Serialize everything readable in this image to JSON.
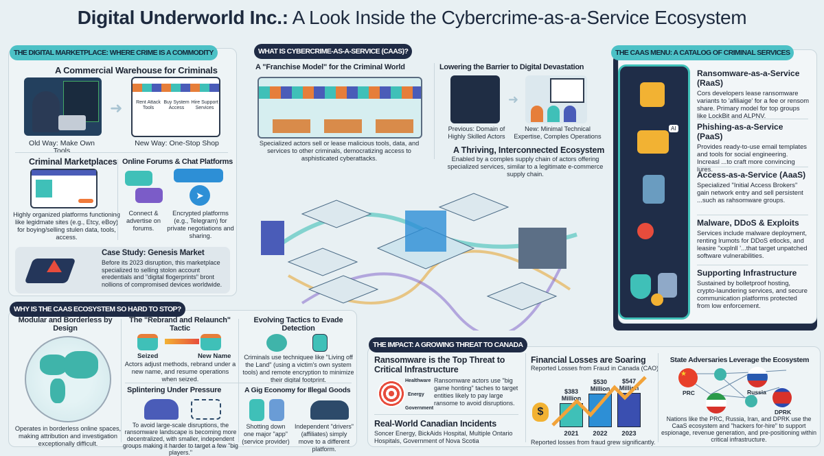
{
  "title": {
    "bold": "Digital Underworld Inc.:",
    "rest": " A Look Inside the Cybercrime-as-a-Service Ecosystem"
  },
  "marketplace": {
    "header": "THE DIGITAL MARKETPLACE: WHERE CRIME IS A COMMODITY",
    "warehouse_title": "A Commercial Warehouse for Criminals",
    "old_way": "Old Way: Make Own Tools",
    "new_way": "New Way: One-Stop Shop",
    "shop_items": [
      "Rent Attack Tools",
      "Buy System Access",
      "Hire Support Services"
    ],
    "markets_title": "Criminal Marketplaces",
    "markets_text": "Highly organized platforms functioning like legidmate sites (e.g., Etcy, eBoy) for boying/selling stulen data, tools, access.",
    "forums_title": "Online Forums & Chat Platforms",
    "forums_text1": "Connect & advertise on forums.",
    "forums_text2": "Encrypted platforms (e.g., Telegram) for private negotiations and sharing.",
    "case_title": "Case Study: Genesis Market",
    "case_text": "Before its 2023 disruption, this marketplace specialized to selling stolon account eredentials and \"digital flogerprints\" bront nollions of compromised devices worldwide."
  },
  "caas": {
    "header": "WHAT IS CYBERCRIME-AS-A-SERVICE (CAAS)?",
    "franchise_title": "A \"Franchise Model\" for the Criminal World",
    "franchise_text": "Specialized actors sell or lease malicious tools, data, and services to other criminals, democratizing access to asphisticated cyberattacks.",
    "barrier_title": "Lowering the Barrier to Digital Devastation",
    "previous": "Previous: Domain of Highly Skilled Actors",
    "new": "New: Minimal Technical Expertise, Comples Operations",
    "ecosystem_title": "A Thriving, Interconnected Ecosystem",
    "ecosystem_text": "Enabled by a comples supply chain of actors offering specialized services, similar to a legitimate e-commerce supply chain."
  },
  "menu": {
    "header": "THE CAAS MENU: A CATALOG OF CRIMINAL SERVICES",
    "items": [
      {
        "title": "Ransomware-as-a-Service (RaaS)",
        "text": "Cors developers lease ransomware variants to 'afiliaige' for a fee or rensom share. Primary model for top groups like LockBit and ALPNV.",
        "icon": "padlock-money-icon"
      },
      {
        "title": "Phishing-as-a-Service (PaaS)",
        "text": "Provides ready-to-use email templates and tools for social engineering. Increasl ...to craft more convincing lures.",
        "icon": "email-hook-ai-icon",
        "badge": "AI"
      },
      {
        "title": "Access-as-a-Service (AaaS)",
        "text": "Specialized \"Initial Access Brokers\" gain network entry and sell persistent ...such as rahsomware groups.",
        "icon": "key-tablet-icon"
      },
      {
        "title": "Malware, DDoS & Exploits",
        "text": "Services include malware deployment, renting lrumots for DDoS etlocks, and leasire \"xxplnll '...that target unpatched software vulnerabilities.",
        "icon": "virus-network-icon"
      },
      {
        "title": "Supporting Infrastructure",
        "text": "Sustained by bolletproof hosting, crypto-laundering services, and secure communication platforms protected from low enforcement.",
        "icon": "shield-server-bitcoin-icon"
      }
    ]
  },
  "why": {
    "header": "WHY IS THE CAAS ECOSYSTEM SO HARD TO STOP?",
    "modular_title": "Modular and Borderless by Design",
    "modular_text": "Operates in borderless online spaces, making attribution and investigation exceptionally difficult.",
    "rebrand_title": "The \"Rebrand and Relaunch\" Tactic",
    "seized": "Seized",
    "new_name": "New Name",
    "rebrand_text": "Actors adjust methods, rebrand under a new name, and resume operations when seized.",
    "evolving_title": "Evolving Tactics to Evade Detection",
    "evolving_text": "Criminals use techniquee like \"Living off the Land\" (using a victim's own system tools) and remote encryption to minimize their digital footprint.",
    "splinter_title": "Splintering Under Pressure",
    "splinter_text": "To avoid large-scale disruptions, the ransomware landscape is becoming more decentralized, with smaller, independent groups making it harder to target a few \"big players.\"",
    "gig_title": "A Gig Economy for Illegal Goods",
    "gig_text1": "Shotting down one major \"app\" (service provider)",
    "gig_text2": "Independent \"drivers\" (affiliates) simply move to a different platform."
  },
  "impact": {
    "header": "THE IMPACT: A GROWING THREAT TO CANADA",
    "ransom_title": "Ransomware is the Top Threat to Critical Infrastructure",
    "targets": [
      "Healthware",
      "Energy",
      "Government"
    ],
    "ransom_text": "Ransomware actors use \"big game honting\" taches to target entities likely to pay large ransome to avoid disruptions.",
    "incidents_title": "Real-World Canadian Incidents",
    "incidents_text": "Soncer Energy, BickAids Hospital, Multiple Ontario Hospitals, Government of Nova Scotia",
    "losses_title": "Financial Losses are Soaring",
    "losses_sub": "Reported Losses from Fraud in Canada (CAO)",
    "losses_caption": "Reported losses from fraud grew significantly.",
    "state_title": "State Adversaries Leverage the Ecosystem",
    "nations": [
      "PRC",
      "Russia",
      "DPRK"
    ],
    "state_text": "Nations like the PRC, Russia, Iran, and DPRK use the CaaS ecosystem and \"hackers for-hire\" to support espionage, revenue generation, and pre-positioning within critical infrastructure."
  },
  "chart_data": {
    "type": "bar",
    "categories": [
      "2021",
      "2022",
      "2023"
    ],
    "values": [
      383,
      530,
      547
    ],
    "value_labels": [
      "$383 Million",
      "$530 Million",
      "$547 Million"
    ],
    "ylabel": "",
    "colors": [
      "#3fc0b8",
      "#2d8fd6",
      "#3a4fb0"
    ]
  }
}
